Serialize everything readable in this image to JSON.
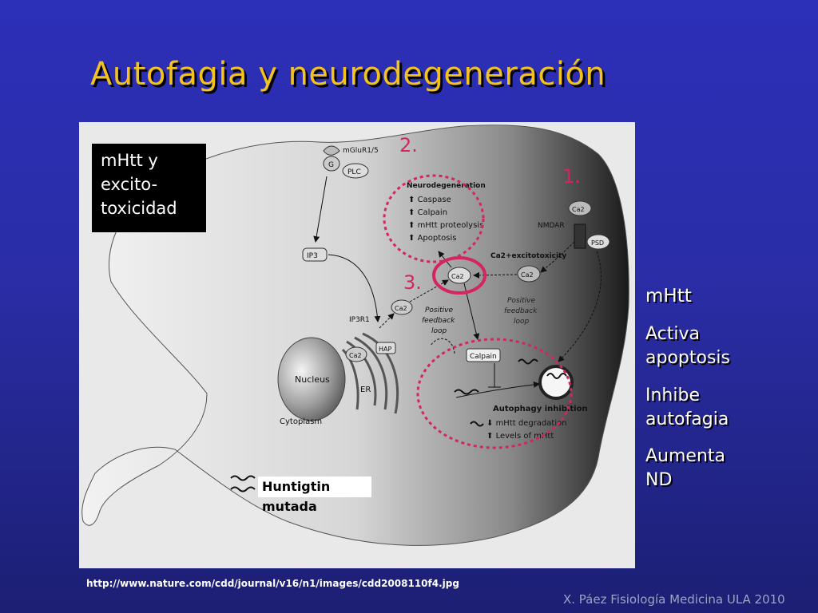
{
  "slide": {
    "title": "Autofagia y neurodegeneración",
    "url": "http://www.nature.com/cdd/journal/v16/n1/images/cdd2008110f4.jpg",
    "credit": "X. Páez Fisiología Medicina ULA 2010"
  },
  "overlay_box": {
    "line1": "mHtt y",
    "line2": "excito-",
    "line3": "toxicidad"
  },
  "huntingtin_box": {
    "line1": "Huntigtin",
    "line2": "mutada"
  },
  "markers": {
    "one": "1.",
    "two": "2.",
    "three": "3."
  },
  "side_panel": {
    "heading": "mHtt",
    "items": [
      "Activa",
      "apoptosis",
      "Inhibe",
      "autofagia",
      "Aumenta",
      "ND"
    ]
  },
  "diagram": {
    "receptor": "mGluR1/5",
    "g_protein": "G",
    "plc": "PLC",
    "ip3": "IP3",
    "ip3r1": "IP3R1",
    "hap": "HAP",
    "ca_er": "Ca2",
    "ca_cyto": "Ca2",
    "ca_center": "Ca2",
    "ca_right": "Ca2",
    "ca_membrane": "Ca2",
    "nmdar": "NMDAR",
    "psd": "PSD",
    "nucleus": "Nucleus",
    "er": "ER",
    "cytoplasm": "Cytoplasm",
    "neuro_title": "Neurodegeneration",
    "neuro_items": [
      "Caspase",
      "Calpain",
      "mHtt proteolysis",
      "Apoptosis"
    ],
    "excitotoxicity": "Ca2+excitotoxicity",
    "loop_left": [
      "Positive",
      "feedback",
      "loop"
    ],
    "loop_right": [
      "Positive",
      "feedback",
      "loop"
    ],
    "calpain": "Calpain",
    "autophagy_title": "Autophagy inhibition",
    "autophagy_items": [
      "mHtt degradation",
      "Levels of mHtt"
    ]
  },
  "colors": {
    "title": "#f4c21f",
    "accent": "#d3265e",
    "background": "#2a2da6"
  }
}
